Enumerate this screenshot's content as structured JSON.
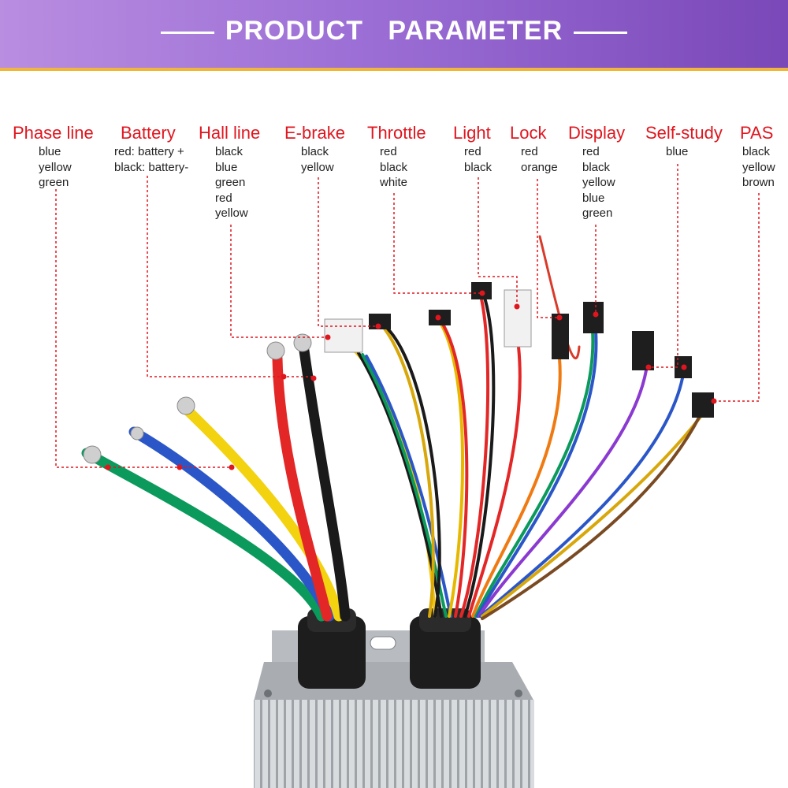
{
  "header": {
    "title_left": "PRODUCT",
    "title_right": "PARAMETER"
  },
  "colors": {
    "label_red": "#e0161f",
    "banner_start": "#b98de0",
    "banner_end": "#7a48b8",
    "accent_line": "#f0b63c"
  },
  "connectors": [
    {
      "label": "Phase line",
      "wires": [
        "blue",
        "yellow",
        "green"
      ]
    },
    {
      "label": "Battery",
      "wires": [
        "red: battery +",
        "black: battery-"
      ]
    },
    {
      "label": "Hall line",
      "wires": [
        "black",
        "blue",
        "green",
        "red",
        "yellow"
      ]
    },
    {
      "label": "E-brake",
      "wires": [
        "black",
        "yellow"
      ]
    },
    {
      "label": "Throttle",
      "wires": [
        "red",
        "black",
        "white"
      ]
    },
    {
      "label": "Light",
      "wires": [
        "red",
        "black"
      ]
    },
    {
      "label": "Lock",
      "wires": [
        "red",
        "orange"
      ]
    },
    {
      "label": "Display",
      "wires": [
        "red",
        "black",
        "yellow",
        "blue",
        "green"
      ]
    },
    {
      "label": "Self-study",
      "wires": [
        "blue"
      ]
    },
    {
      "label": "PAS",
      "wires": [
        "black",
        "yellow",
        "brown"
      ]
    }
  ]
}
